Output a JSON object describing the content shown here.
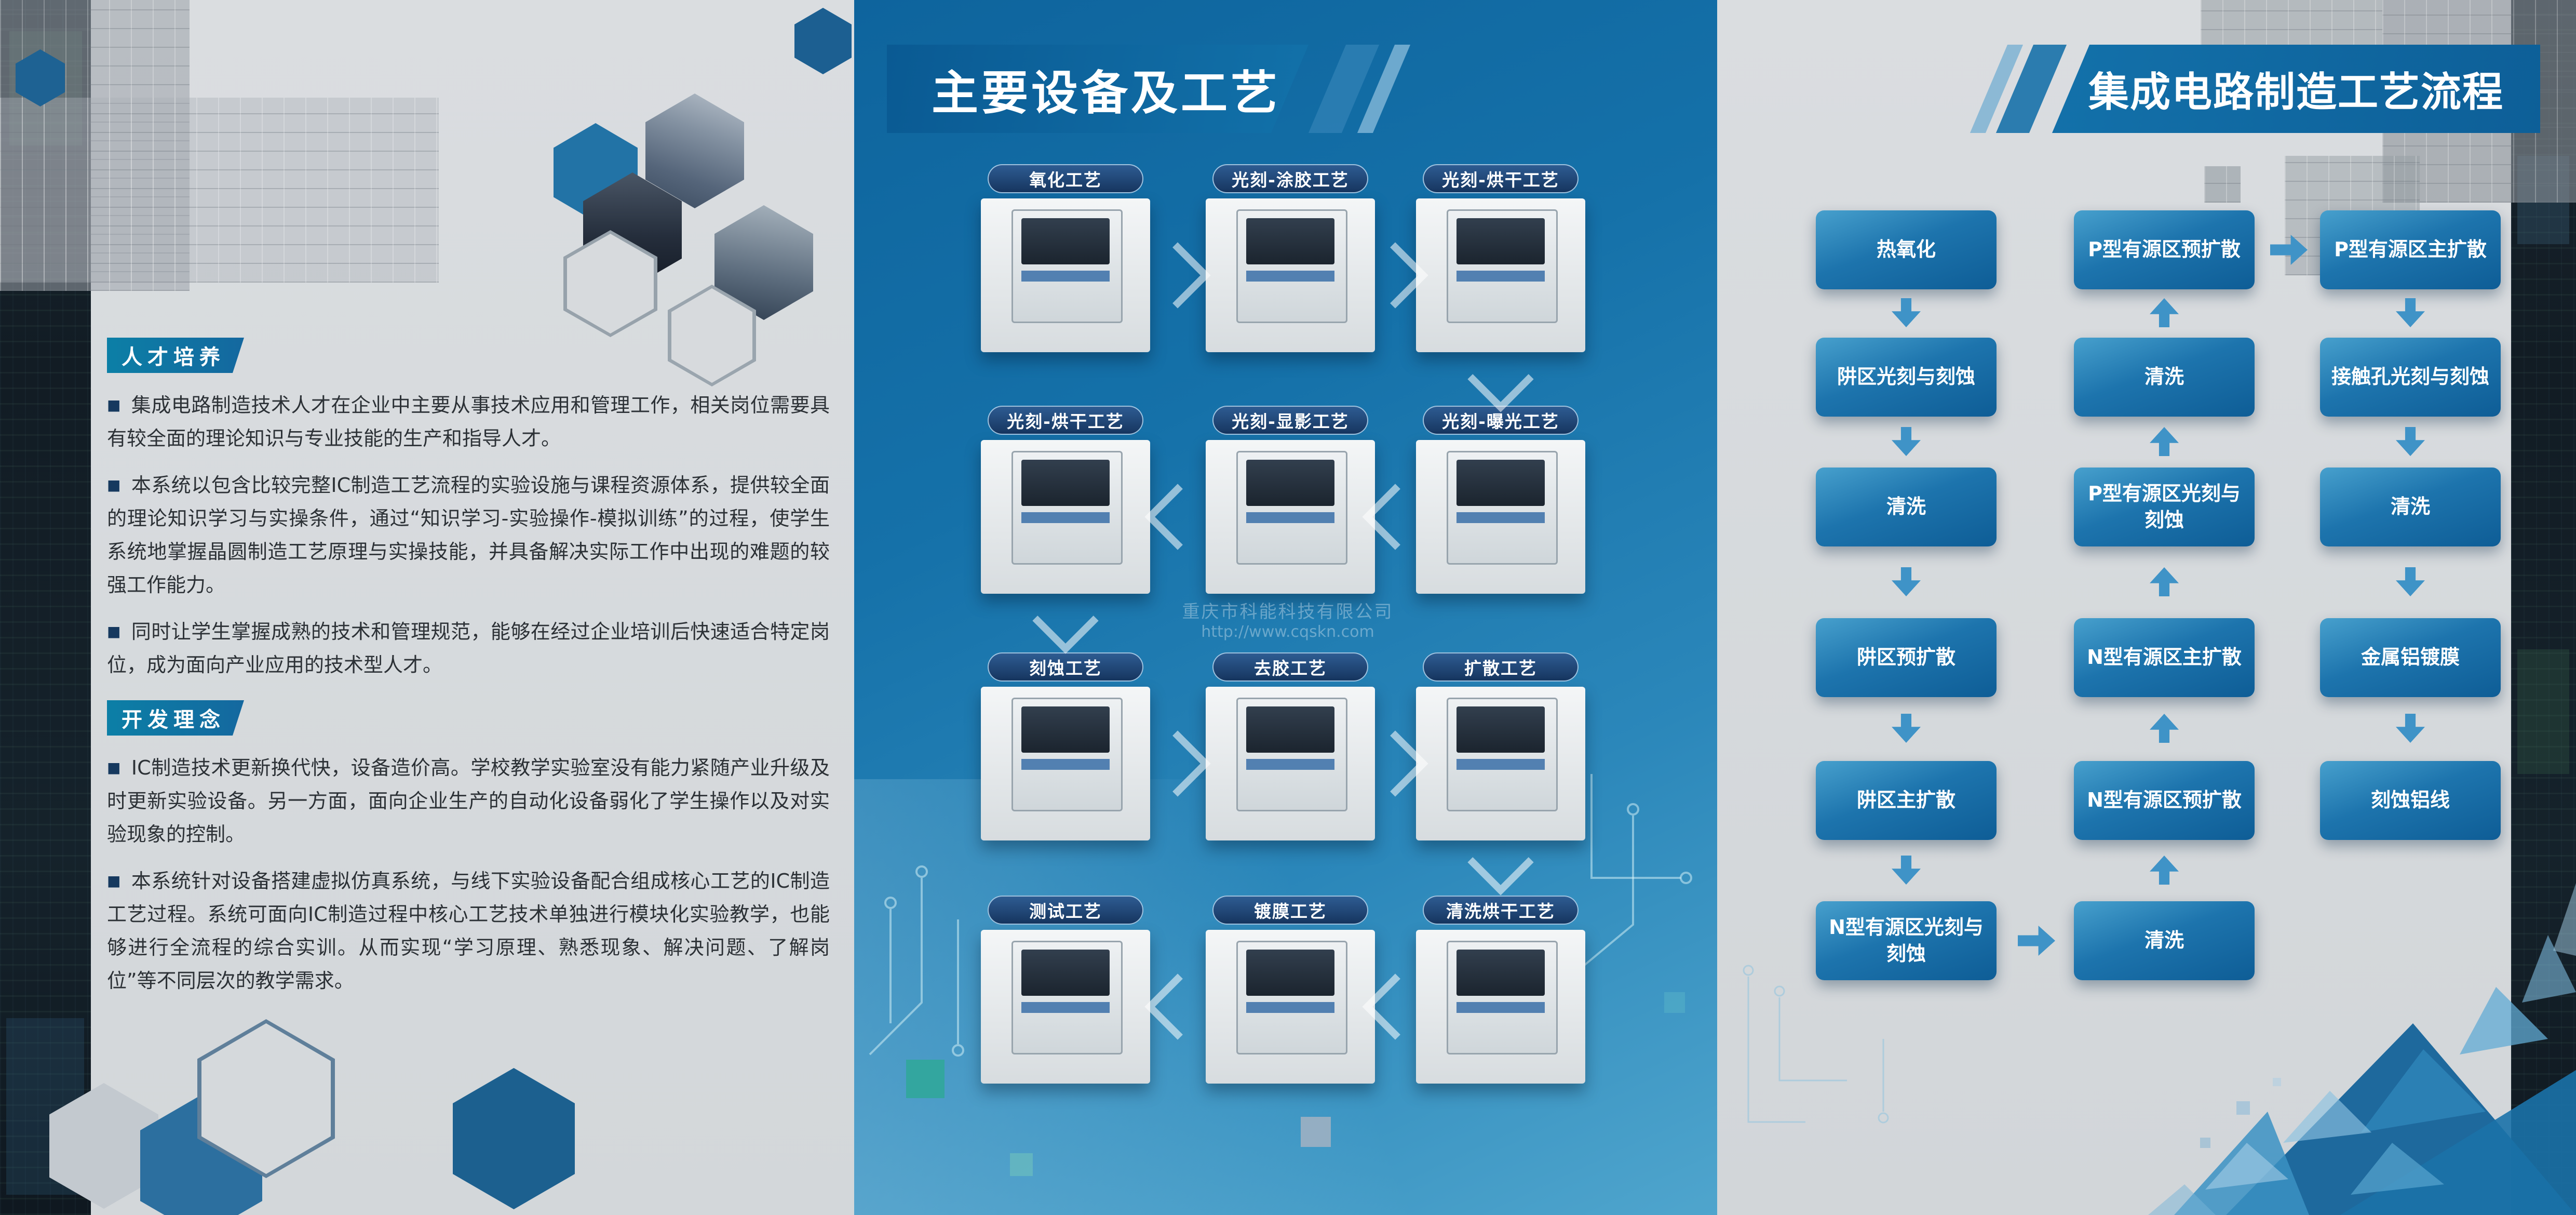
{
  "left_panel": {
    "sections": [
      {
        "header": "人才培养",
        "paragraphs": [
          "集成电路制造技术人才在企业中主要从事技术应用和管理工作，相关岗位需要具有较全面的理论知识与专业技能的生产和指导人才。",
          "本系统以包含比较完整IC制造工艺流程的实验设施与课程资源体系，提供较全面的理论知识学习与实操条件，通过“知识学习-实验操作-模拟训练”的过程，使学生系统地掌握晶圆制造工艺原理与实操技能，并具备解决实际工作中出现的难题的较强工作能力。",
          "同时让学生掌握成熟的技术和管理规范，能够在经过企业培训后快速适合特定岗位，成为面向产业应用的技术型人才。"
        ]
      },
      {
        "header": "开发理念",
        "paragraphs": [
          "IC制造技术更新换代快，设备造价高。学校教学实验室没有能力紧随产业升级及时更新实验设备。另一方面，面向企业生产的自动化设备弱化了学生操作以及对实验现象的控制。",
          "本系统针对设备搭建虚拟仿真系统，与线下实验设备配合组成核心工艺的IC制造工艺过程。系统可面向IC制造过程中核心工艺技术单独进行模块化实验教学，也能够进行全流程的综合实训。从而实现“学习原理、熟悉现象、解决问题、了解岗位”等不同层次的教学需求。"
        ]
      }
    ]
  },
  "middle_panel": {
    "title": "主要设备及工艺",
    "rows": [
      {
        "direction": "right",
        "items": [
          "氧化工艺",
          "光刻-涂胶工艺",
          "光刻-烘干工艺"
        ]
      },
      {
        "direction": "left",
        "items": [
          "光刻-烘干工艺",
          "光刻-显影工艺",
          "光刻-曝光工艺"
        ]
      },
      {
        "direction": "right",
        "items": [
          "刻蚀工艺",
          "去胶工艺",
          "扩散工艺"
        ]
      },
      {
        "direction": "left",
        "items": [
          "测试工艺",
          "镀膜工艺",
          "清洗烘干工艺"
        ]
      }
    ],
    "watermark_company": "重庆市科能科技有限公司",
    "watermark_url": "http://www.cqskn.com"
  },
  "right_panel": {
    "title": "集成电路制造工艺流程",
    "columns": [
      {
        "flow": "down",
        "steps": [
          "热氧化",
          "阱区光刻与刻蚀",
          "清洗",
          "阱区预扩散",
          "阱区主扩散",
          "N型有源区光刻与刻蚀"
        ]
      },
      {
        "flow": "up",
        "steps": [
          "P型有源区预扩散",
          "清洗",
          "P型有源区光刻与刻蚀",
          "N型有源区主扩散",
          "N型有源区预扩散",
          "清洗"
        ]
      },
      {
        "flow": "down",
        "steps": [
          "P型有源区主扩散",
          "接触孔光刻与刻蚀",
          "清洗",
          "金属铝镀膜",
          "刻蚀铝线"
        ]
      }
    ]
  },
  "colors": {
    "mid_panel_blue": "#1571a9",
    "banner_blue": "#0b5e97",
    "flow_box_blue": "#1d74ad",
    "label_pill_navy": "#16355f",
    "badge_teal": "#0c7fa6",
    "panel_gray": "#d9dcdf",
    "arrow_blue": "#3f93c7"
  }
}
